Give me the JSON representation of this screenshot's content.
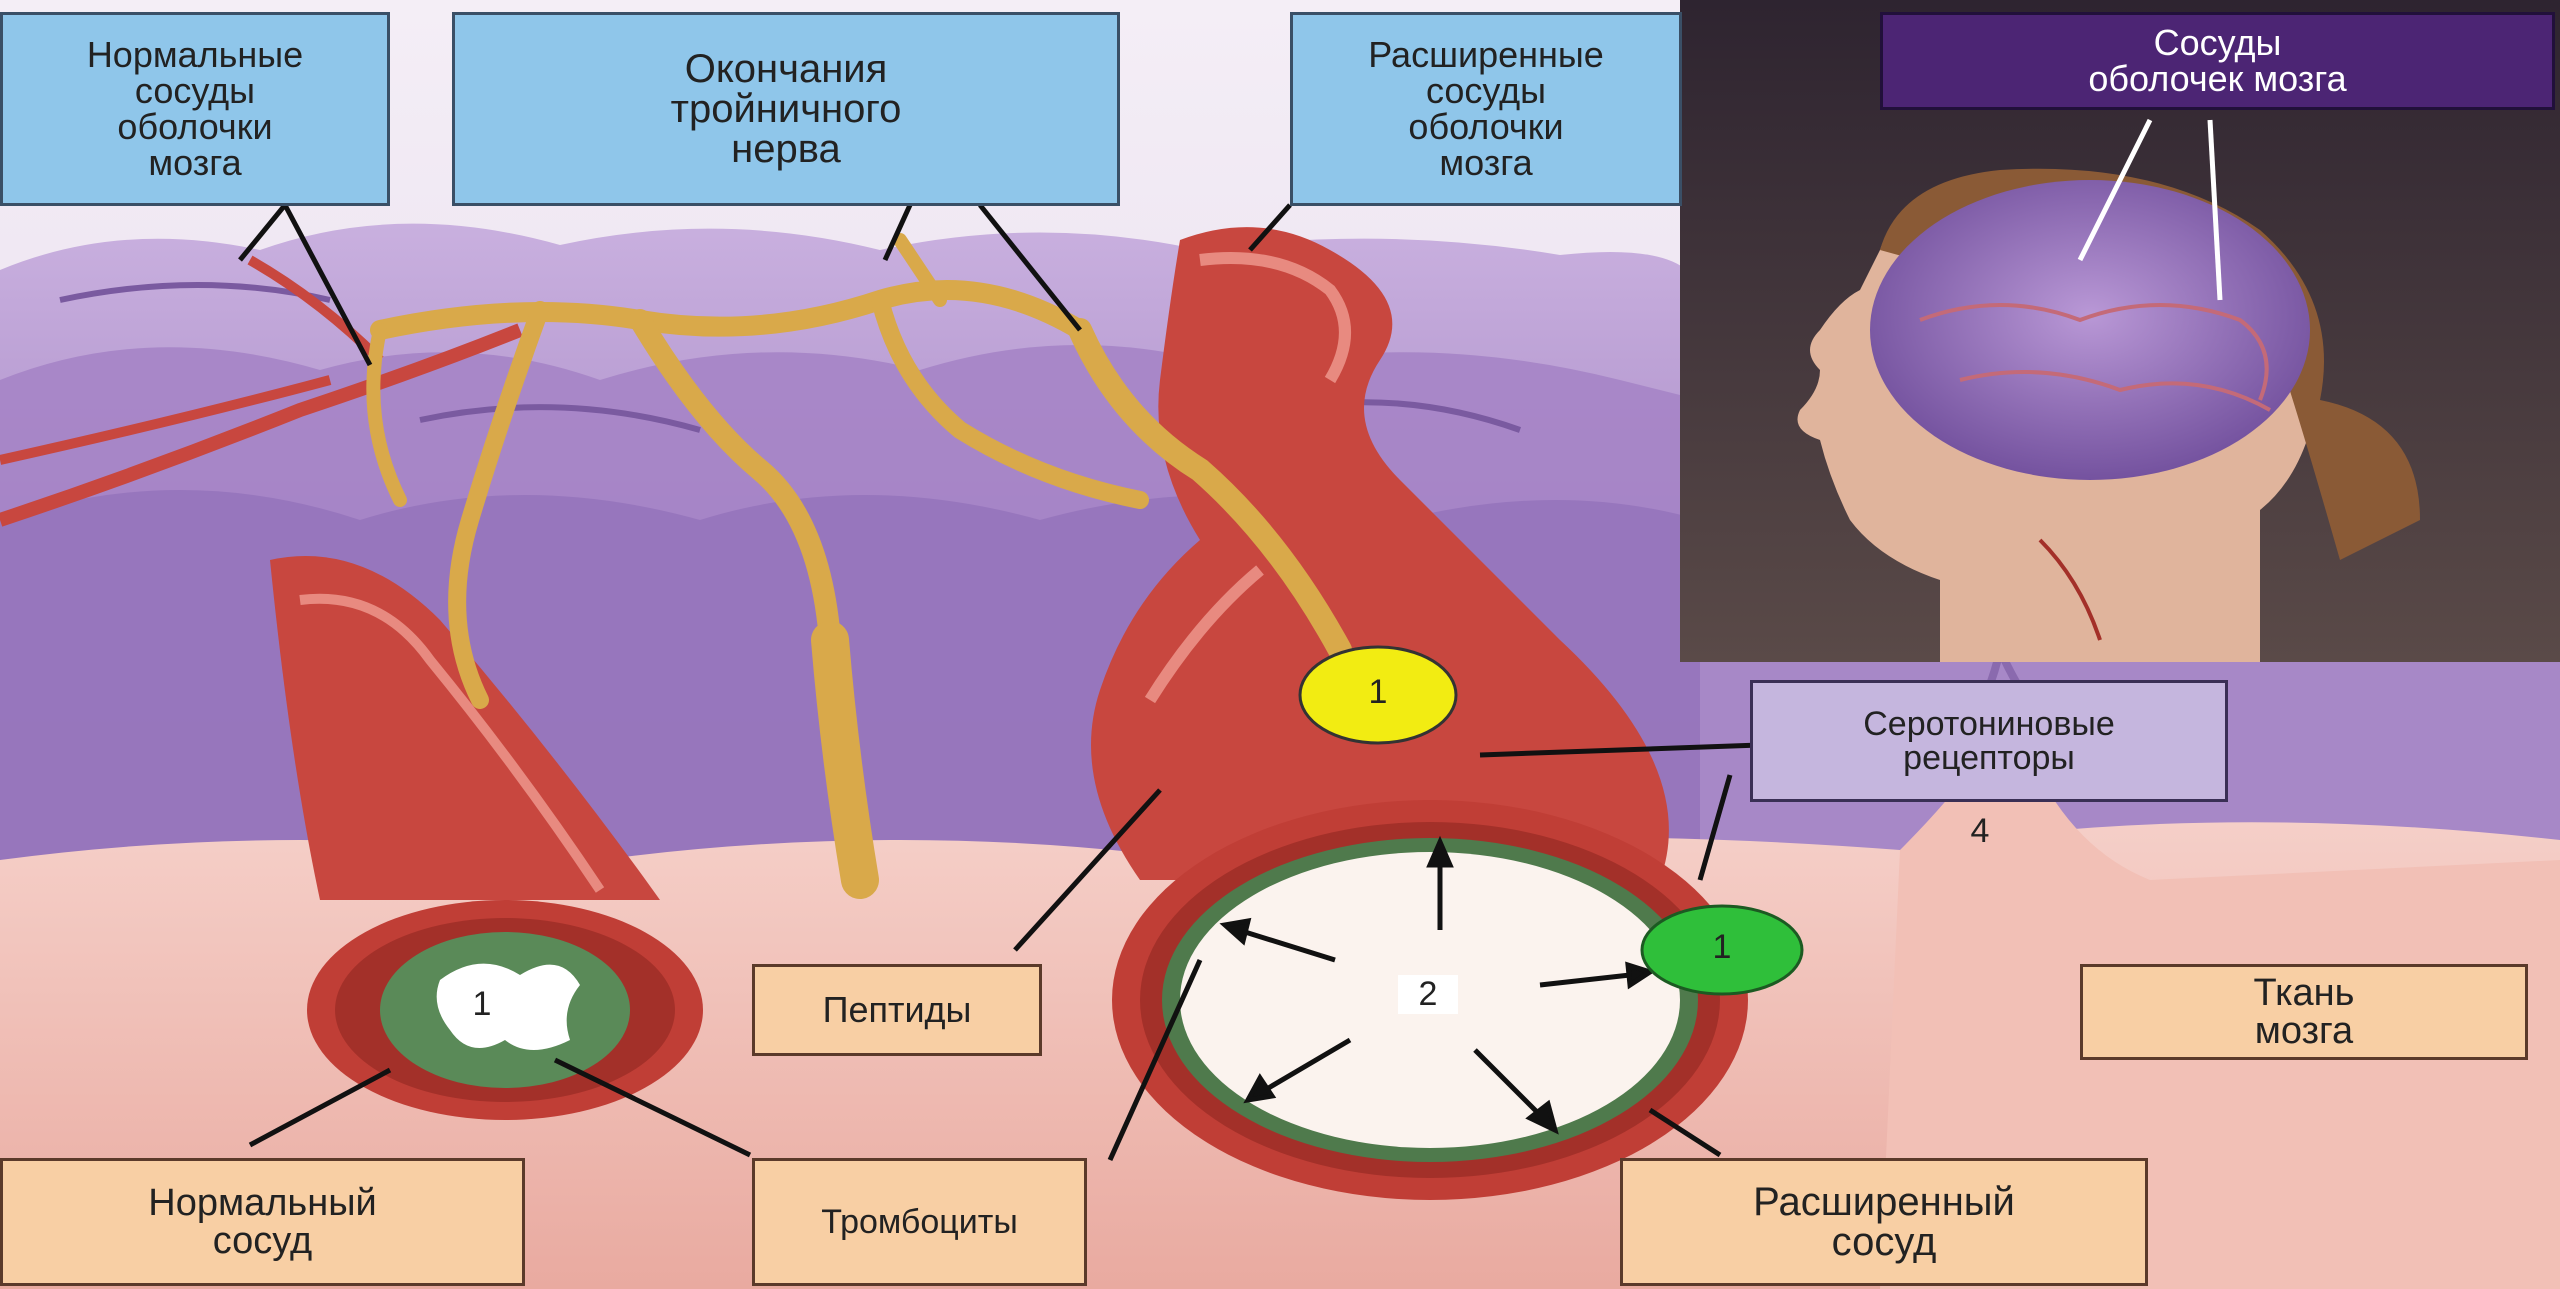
{
  "labels": {
    "normal_meningeal_vessels": "Нормальные\nсосуды\nоболочки\nмозга",
    "trigeminal_endings": "Окончания\nтройничного\nнерва",
    "dilated_meningeal_vessels": "Расширенные\nсосуды\nоболочки\nмозга",
    "brain_membrane_vessels": "Сосуды\nоболочек мозга",
    "serotonin_receptors": "Серотониновые\nрецепторы",
    "peptides": "Пептиды",
    "brain_tissue": "Ткань\nмозга",
    "normal_vessel": "Нормальный\nсосуд",
    "platelets": "Тромбоциты",
    "dilated_vessel": "Расширенный\nсосуд"
  },
  "markers": {
    "yellow_receptor": "1",
    "green_receptor": "1",
    "normal_vessel_lumen": "1",
    "dilated_vessel_lumen": "2",
    "brain_tissue_region": "4"
  },
  "colors": {
    "yellow_marker": "#f2ec12",
    "green_marker": "#2fbf3a",
    "vessel_red": "#c8473f",
    "nerve_gold": "#d9a94a",
    "brain_purple": "#a88cc4"
  }
}
